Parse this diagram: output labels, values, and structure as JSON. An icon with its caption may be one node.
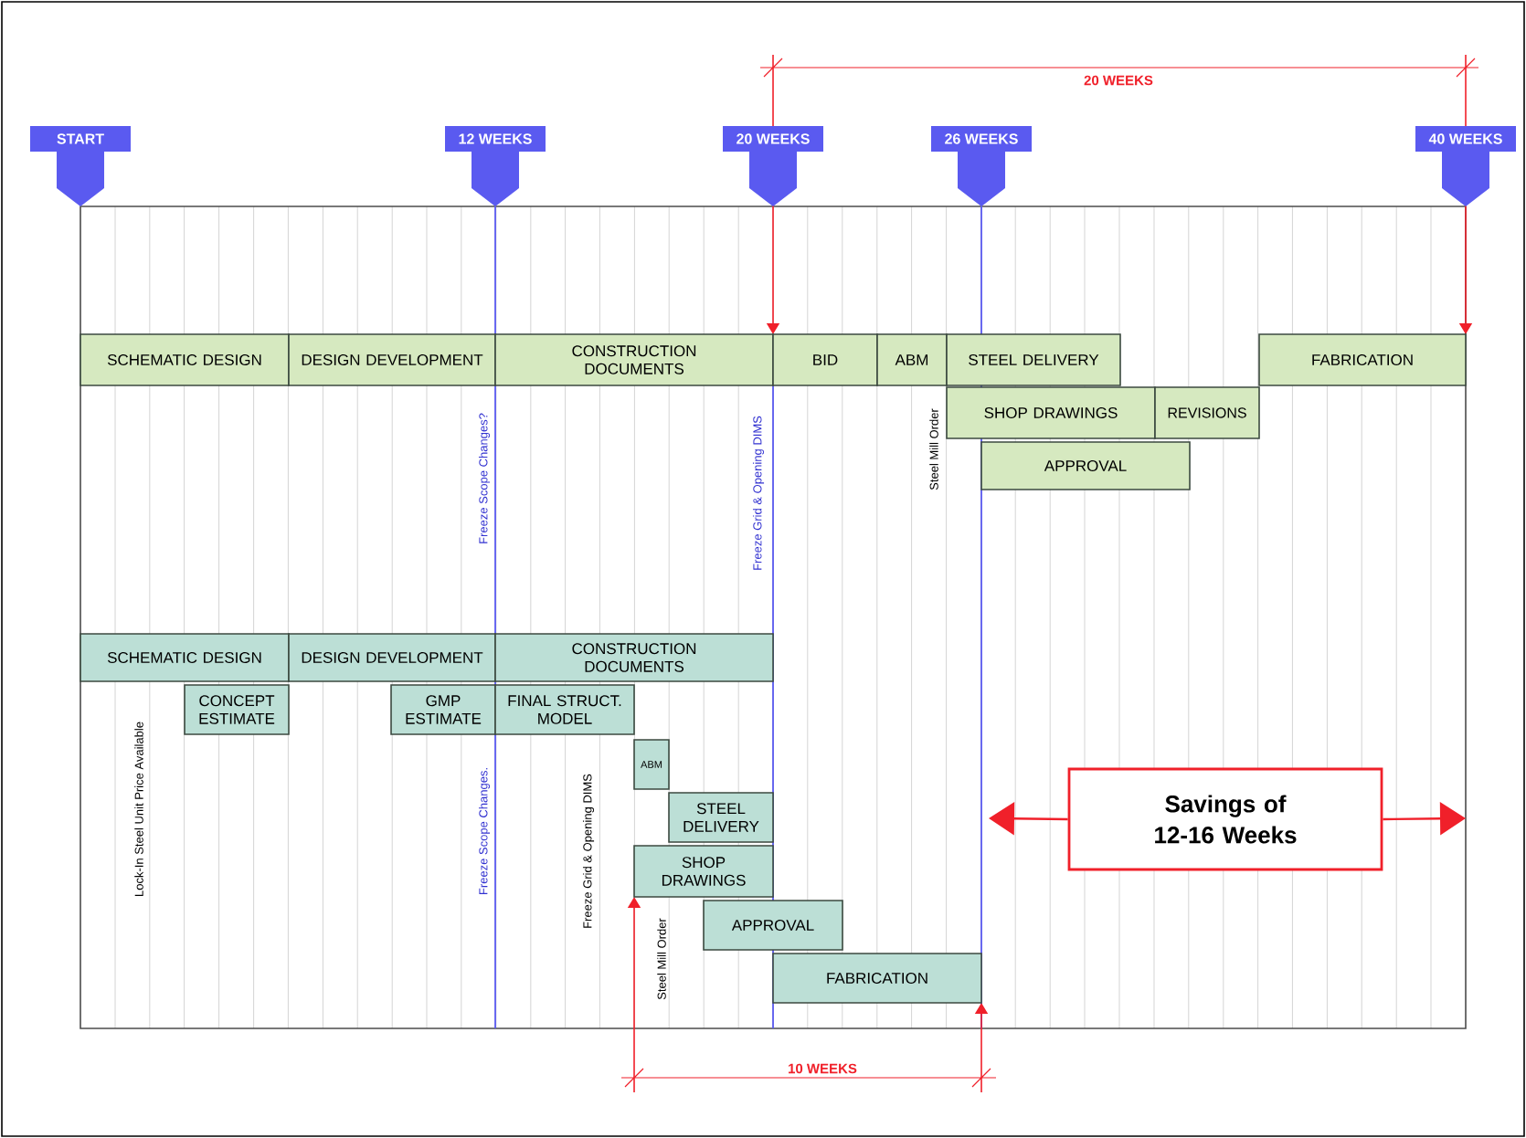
{
  "diagram": {
    "nodes": [
      {
        "text": [
          "START"
        ]
      },
      {
        "text": [
          "12 WEEKS"
        ]
      },
      {
        "text": [
          "20 WEEKS"
        ]
      },
      {
        "text": [
          "26 WEEKS"
        ]
      },
      {
        "text": [
          "40 WEEKS"
        ]
      },
      {
        "text": [
          "SCHEMATIC DESIGN"
        ]
      },
      {
        "text": [
          "DESIGN DEVELOPMENT"
        ]
      },
      {
        "text": [
          "CONSTRUCTION DOCUMENTS"
        ]
      },
      {
        "text": [
          "BID"
        ]
      },
      {
        "text": [
          "ABM"
        ]
      },
      {
        "text": [
          "STEEL DELIVERY"
        ]
      },
      {
        "text": [
          "SHOP DRAWINGS"
        ]
      },
      {
        "text": [
          "REVISIONS"
        ]
      },
      {
        "text": [
          "APPROVAL"
        ]
      },
      {
        "text": [
          "FABRICATION"
        ]
      },
      {
        "text": [
          "SCHEMATIC DESIGN"
        ]
      },
      {
        "text": [
          "DESIGN DEVELOPMENT"
        ]
      },
      {
        "text": [
          "CONSTRUCTION DOCUMENTS"
        ]
      },
      {
        "text": [
          "CONCEPT ESTIMATE"
        ]
      },
      {
        "text": [
          "GMP ESTIMATE"
        ]
      },
      {
        "text": [
          "FINAL STRUCT. MODEL"
        ]
      },
      {
        "text": [
          "ABM"
        ]
      },
      {
        "text": [
          "STEEL DELIVERY"
        ]
      },
      {
        "text": [
          "SHOP DRAWINGS"
        ]
      },
      {
        "text": [
          "APPROVAL"
        ]
      },
      {
        "text": [
          "FABRICATION"
        ]
      },
      {
        "text": [
          "Savings of 12-16 Weeks"
        ]
      }
    ],
    "edges": [
      {
        "from": 26,
        "to": null,
        "arrow": "to"
      },
      {
        "from": 26,
        "to": null,
        "arrow": "to"
      }
    ],
    "labels": [
      "20 WEEKS",
      "Freeze Scope Changes?",
      "Freeze Grid & Opening DIMS",
      "Steel Mill Order",
      "Lock-In Steel Unit Price Available",
      "Freeze Scope Changes.",
      "Freeze Grid & Opening DIMS",
      "Steel Mill Order",
      "10 WEEKS"
    ]
  }
}
